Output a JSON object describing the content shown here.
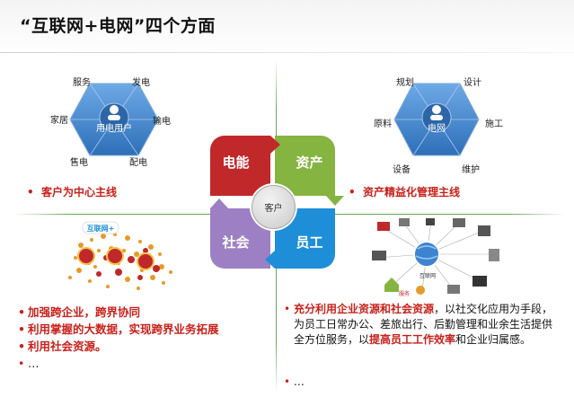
{
  "header": {
    "title": "“互联网+电网”四个方面"
  },
  "consumer_hub": {
    "center": "用电用户",
    "nodes": {
      "service": "服务",
      "generation": "发电",
      "home": "家居",
      "transmission": "输电",
      "sales": "售电",
      "distribution": "配电"
    },
    "mainline": "客户为中心主线"
  },
  "grid_hub": {
    "center": "电网",
    "nodes": {
      "planning": "规划",
      "design": "设计",
      "materials": "原料",
      "construction": "施工",
      "equipment": "设备",
      "maintenance": "维护"
    },
    "mainline": "资产精益化管理主线"
  },
  "quadrants": {
    "power": "电能",
    "asset": "资产",
    "social": "社会",
    "staff": "员工",
    "center": "客户"
  },
  "internet_graphic": {
    "badge": "互联网+"
  },
  "devices_graphic": {
    "label": "互联网",
    "bottom": "服务"
  },
  "left_bullets": [
    "加强跨企业，跨界协同",
    "利用掌握的大数据，实现跨界业务拓展",
    "利用社会资源。",
    "…"
  ],
  "right_text": {
    "lead": "充分利用企业资源和社会资源",
    "part1": "，以社交化应用为手段，为员工日常办公、差旅出行、后勤管理和业余生活提供全方位服务，以",
    "highlight": "提高员工工作效率",
    "part2": "和企业归属感。",
    "ellipsis": "…"
  },
  "colors": {
    "power": "#c0282a",
    "asset": "#86b440",
    "social": "#9d80c4",
    "staff": "#1f8ed8",
    "accent": "#c8201a",
    "hexagon": "#3a7ec6"
  }
}
